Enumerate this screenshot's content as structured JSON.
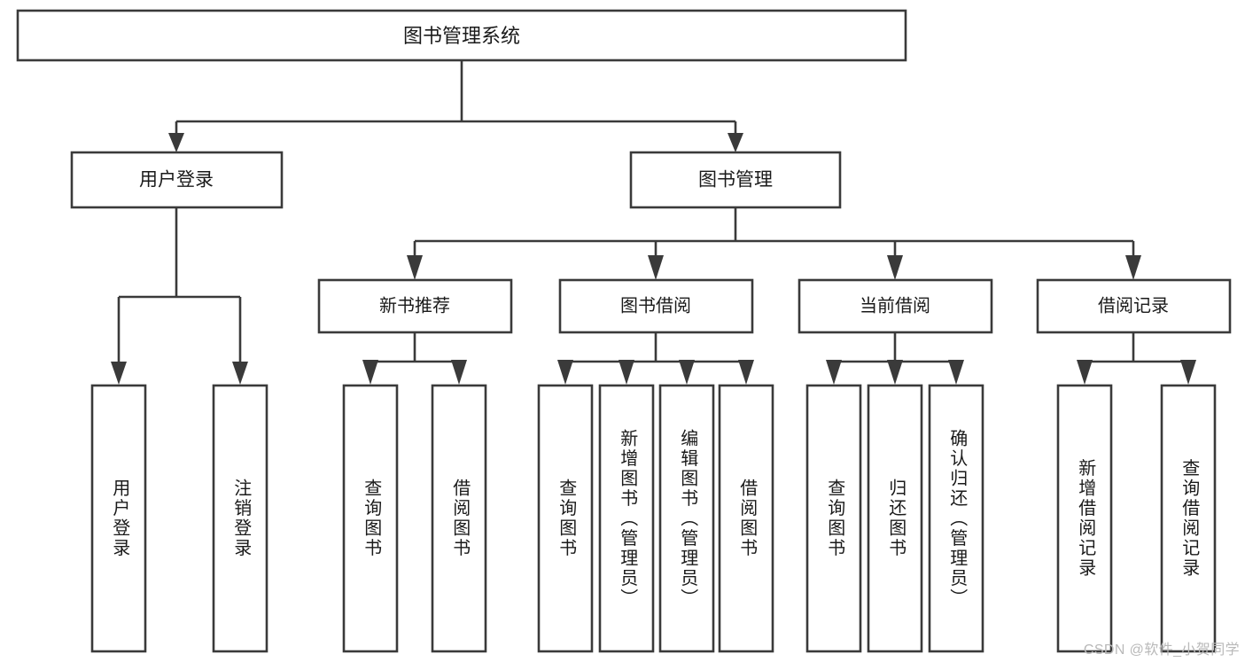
{
  "diagram": {
    "type": "tree-hierarchy-functional-decomposition",
    "title": "图书管理系统",
    "colors": {
      "box_fill": "#ffffff",
      "box_stroke": "#3a3a3a",
      "text": "#1a1a1a",
      "watermark": "#b9b9b9",
      "background": "#ffffff"
    },
    "root": {
      "label": "图书管理系统"
    },
    "level1": [
      {
        "label": "用户登录"
      },
      {
        "label": "图书管理"
      }
    ],
    "level2": [
      {
        "label": "新书推荐"
      },
      {
        "label": "图书借阅"
      },
      {
        "label": "当前借阅"
      },
      {
        "label": "借阅记录"
      }
    ],
    "leaves": {
      "user_login": [
        {
          "label": "用户登录"
        },
        {
          "label": "注销登录"
        }
      ],
      "new_book_recommend": [
        {
          "label": "查询图书"
        },
        {
          "label": "借阅图书"
        }
      ],
      "book_borrow": [
        {
          "label": "查询图书"
        },
        {
          "label": "新增图书（管理员）"
        },
        {
          "label": "编辑图书（管理员）"
        },
        {
          "label": "借阅图书"
        }
      ],
      "current_borrow": [
        {
          "label": "查询图书"
        },
        {
          "label": "归还图书"
        },
        {
          "label": "确认归还（管理员）"
        }
      ],
      "borrow_records": [
        {
          "label": "新增借阅记录"
        },
        {
          "label": "查询借阅记录"
        }
      ]
    }
  },
  "watermark": {
    "text": "CSDN @软件_小贺同学"
  }
}
